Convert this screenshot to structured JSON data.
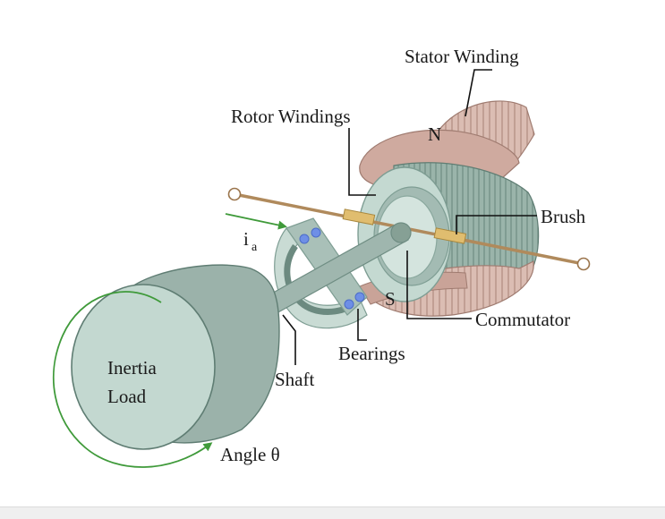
{
  "labels": {
    "stator_winding": "Stator Winding",
    "rotor_windings": "Rotor Windings",
    "north_pole": "N",
    "south_pole": "S",
    "brush": "Brush",
    "current_symbol": "i",
    "current_subscript": "a",
    "commutator": "Commutator",
    "bearings": "Bearings",
    "shaft": "Shaft",
    "inertia_line1": "Inertia",
    "inertia_line2": "Load",
    "angle": "Angle θ"
  },
  "colors": {
    "stator": "#d8b7ad",
    "stator_stripe": "#b99488",
    "rotor": "#94afa5",
    "rotor_stripe": "#6e8c82",
    "commutator": "#cfe0da",
    "shaft": "#9cb3ab",
    "load_front": "#c3d8d0",
    "load_body": "#9bb2aa",
    "brush": "#d9b66b",
    "lead_wire": "#b08a5c",
    "arrow": "#3f9a3a",
    "bearing_ball": "#6e8fe6"
  }
}
